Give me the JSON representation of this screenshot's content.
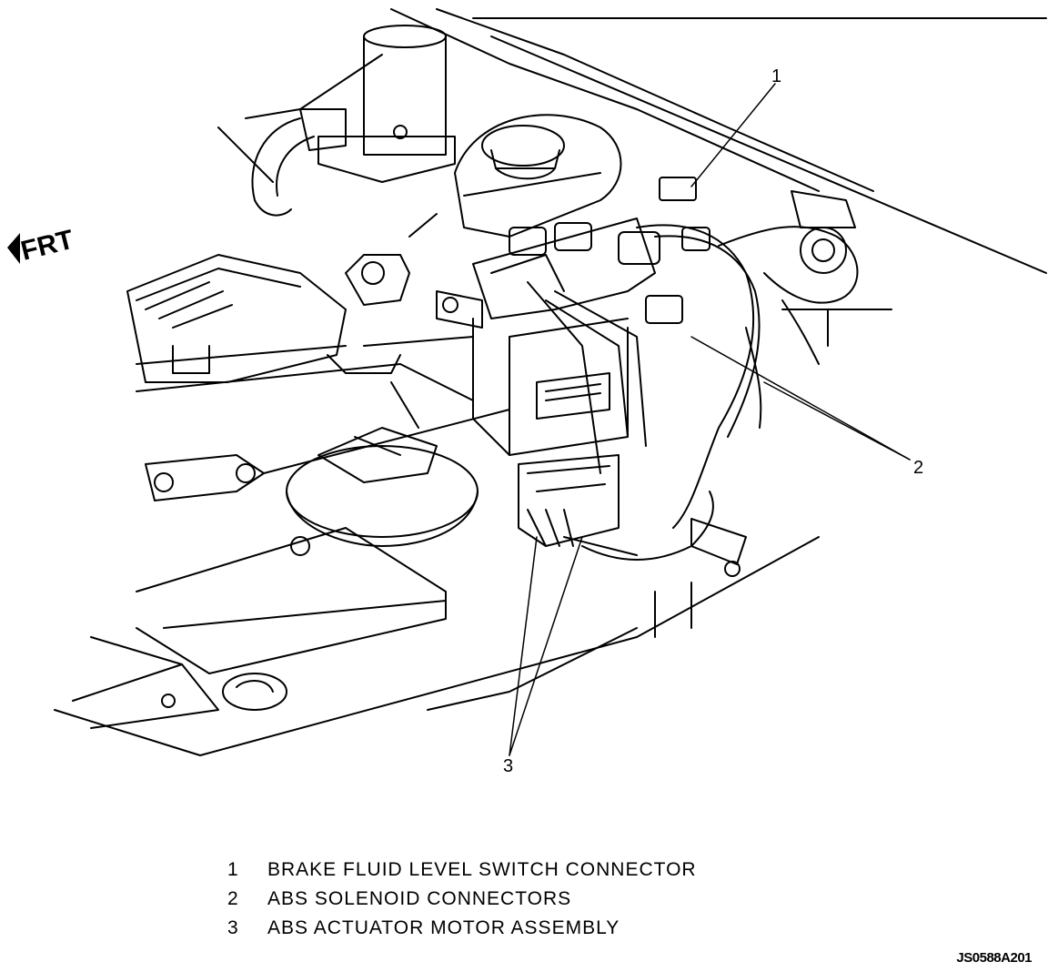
{
  "direction_label": "FRT",
  "callouts": {
    "c1": "1",
    "c2": "2",
    "c3": "3"
  },
  "legend": [
    {
      "number": "1",
      "text": "BRAKE FLUID LEVEL SWITCH CONNECTOR"
    },
    {
      "number": "2",
      "text": "ABS SOLENOID CONNECTORS"
    },
    {
      "number": "3",
      "text": "ABS ACTUATOR MOTOR ASSEMBLY"
    }
  ],
  "figure_id": "JS0588A201"
}
